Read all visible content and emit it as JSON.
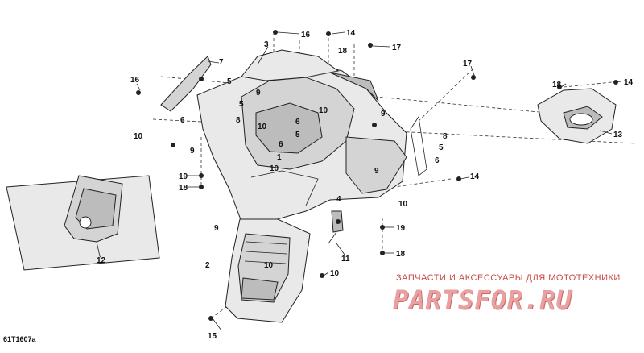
{
  "drawing_code": "61T1607a",
  "watermark": {
    "tagline": "ЗАПЧАСТИ И АКСЕССУАРЫ ДЛЯ МОТОТЕХНИКИ",
    "logo": "PARTSFOR.RU"
  },
  "callouts": [
    {
      "label": "16"
    },
    {
      "label": "3"
    },
    {
      "label": "14"
    },
    {
      "label": "18"
    },
    {
      "label": "17"
    },
    {
      "label": "7"
    },
    {
      "label": "16"
    },
    {
      "label": "5"
    },
    {
      "label": "9"
    },
    {
      "label": "10"
    },
    {
      "label": "6"
    },
    {
      "label": "8"
    },
    {
      "label": "10"
    },
    {
      "label": "10"
    },
    {
      "label": "6"
    },
    {
      "label": "5"
    },
    {
      "label": "17"
    },
    {
      "label": "18"
    },
    {
      "label": "14"
    },
    {
      "label": "13"
    },
    {
      "label": "9"
    },
    {
      "label": "8"
    },
    {
      "label": "5"
    },
    {
      "label": "6"
    },
    {
      "label": "14"
    },
    {
      "label": "10"
    },
    {
      "label": "9"
    },
    {
      "label": "9"
    },
    {
      "label": "19"
    },
    {
      "label": "18"
    },
    {
      "label": "1"
    },
    {
      "label": "4"
    },
    {
      "label": "10"
    },
    {
      "label": "9"
    },
    {
      "label": "12"
    },
    {
      "label": "19"
    },
    {
      "label": "18"
    },
    {
      "label": "11"
    },
    {
      "label": "2"
    },
    {
      "label": "10"
    },
    {
      "label": "10"
    },
    {
      "label": "15"
    },
    {
      "label": "6"
    },
    {
      "label": "5"
    }
  ]
}
